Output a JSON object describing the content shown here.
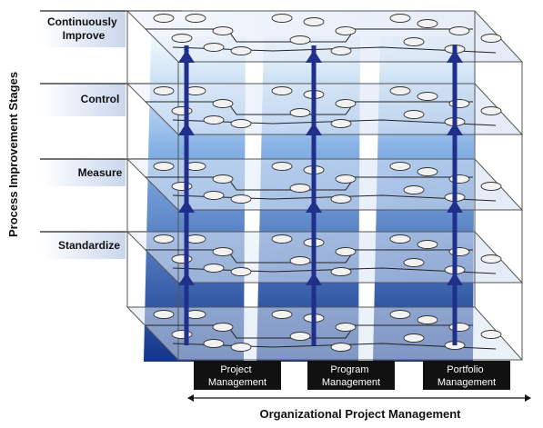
{
  "y_axis_title": "Process Improvement Stages",
  "x_axis_title": "Organizational Project Management",
  "stages": [
    {
      "lines": [
        "Continuously",
        "Improve"
      ]
    },
    {
      "lines": [
        "Control"
      ]
    },
    {
      "lines": [
        "Measure"
      ]
    },
    {
      "lines": [
        "Standardize"
      ]
    }
  ],
  "domains": [
    {
      "lines": [
        "Project",
        "Management"
      ]
    },
    {
      "lines": [
        "Program",
        "Management"
      ]
    },
    {
      "lines": [
        "Portfolio",
        "Management"
      ]
    }
  ],
  "colors": {
    "stage_box": "#c9d6ec",
    "column_blue": "#2a56b4",
    "arrow": "#1f2f8a",
    "label_box": "#111111"
  }
}
